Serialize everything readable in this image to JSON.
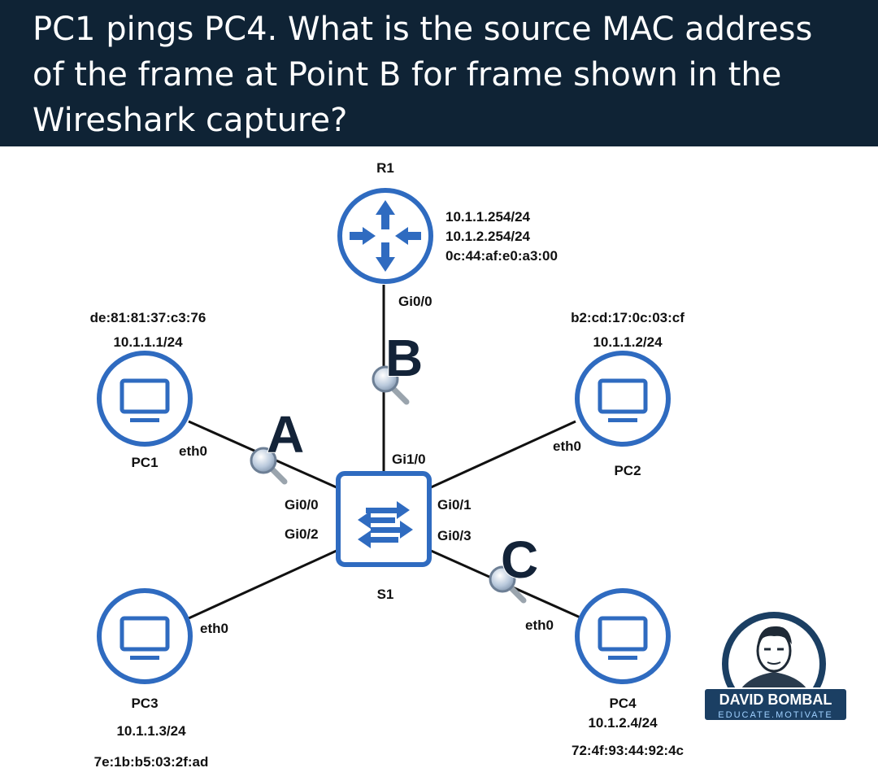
{
  "question": "PC1 pings PC4. What is the source MAC address of the frame at Point B for frame shown in the Wireshark capture?",
  "nodes": {
    "r1": {
      "name": "R1",
      "ip1": "10.1.1.254/24",
      "ip2": "10.1.2.254/24",
      "mac": "0c:44:af:e0:a3:00",
      "port": "Gi0/0"
    },
    "s1": {
      "name": "S1",
      "port_pc1": "Gi0/0",
      "port_pc3": "Gi0/2",
      "port_r1": "Gi1/0",
      "port_pc2": "Gi0/1",
      "port_pc4": "Gi0/3"
    },
    "pc1": {
      "name": "PC1",
      "mac": "de:81:81:37:c3:76",
      "ip": "10.1.1.1/24",
      "port": "eth0"
    },
    "pc2": {
      "name": "PC2",
      "mac": "b2:cd:17:0c:03:cf",
      "ip": "10.1.1.2/24",
      "port": "eth0"
    },
    "pc3": {
      "name": "PC3",
      "ip": "10.1.1.3/24",
      "mac": "7e:1b:b5:03:2f:ad",
      "port": "eth0"
    },
    "pc4": {
      "name": "PC4",
      "ip": "10.1.2.4/24",
      "mac": "72:4f:93:44:92:4c",
      "port": "eth0"
    }
  },
  "capture_points": {
    "a": "A",
    "b": "B",
    "c": "C"
  },
  "logo": {
    "name": "DAVID BOMBAL",
    "tagline": "EDUCATE.MOTIVATE"
  },
  "colors": {
    "header_bg": "#0f2335",
    "device_blue": "#2f6bc0",
    "point_label": "#132338"
  }
}
